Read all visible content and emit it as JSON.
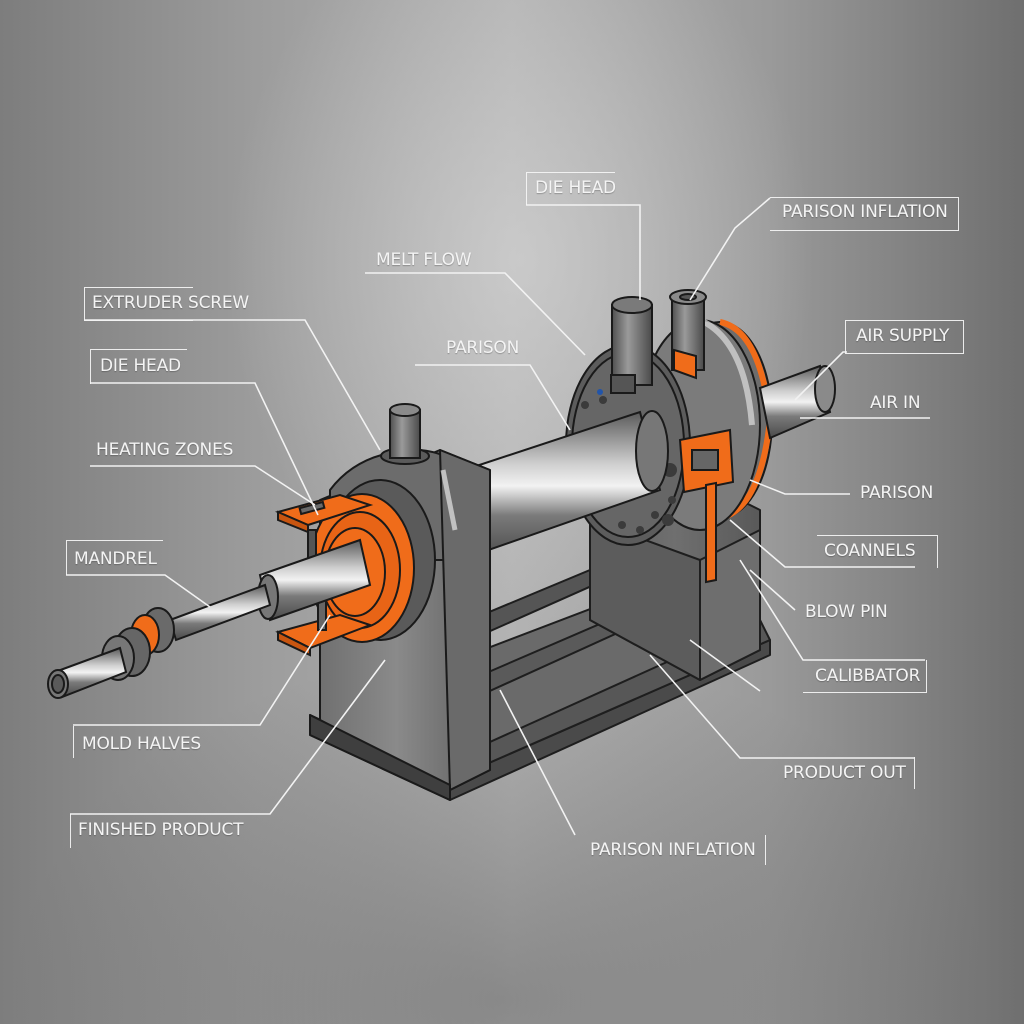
{
  "diagram": {
    "subject": "Extrusion blow molding machine (isometric illustration)",
    "colors": {
      "background": "#a0a0a0",
      "machine_body": "#6b6b6b",
      "machine_dark": "#4e4e4e",
      "machine_highlight": "#d9d9d9",
      "accent_orange": "#f06c1a",
      "label_text": "#f4f4f4",
      "leader_line": "#f2f2f2"
    },
    "labels": {
      "extruder_screw": "EXTRUDER SCREW",
      "die_head_left": "DIE HEAD",
      "heating_zones": "HEATING ZONES",
      "mandrel": "MANDREL",
      "mold_halves": "MOLD HALVES",
      "finished_product": "FINISHED PRODUCT",
      "melt_flow": "MELT FLOW",
      "parison_top": "PARISON",
      "die_head_top": "DIE HEAD",
      "parison_inflation_top": "PARISON INFLATION",
      "air_supply": "AIR SUPPLY",
      "air_in": "AIR IN",
      "parison_right": "PARISON",
      "coannels": "COANNELS",
      "blow_pin": "BLOW PIN",
      "calibrator": "CALIBBATOR",
      "product_out": "PRODUCT OUT",
      "parison_inflation_bottom": "PARISON INFLATION"
    }
  }
}
